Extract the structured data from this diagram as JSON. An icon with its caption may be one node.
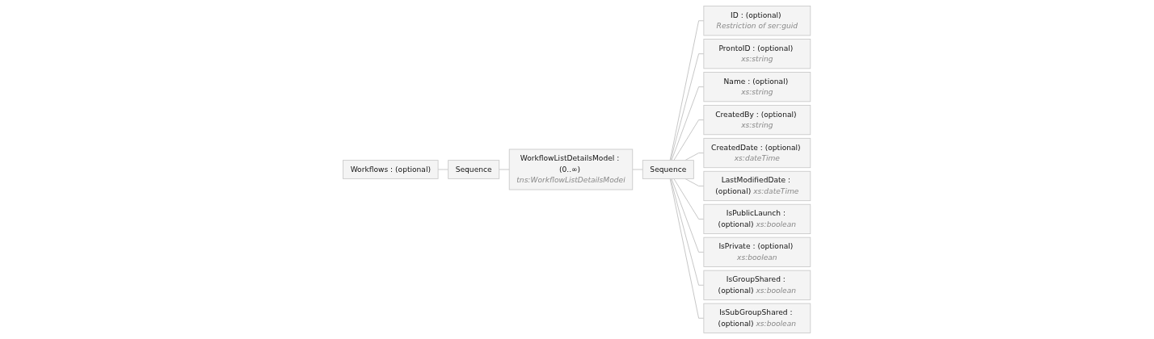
{
  "diagram": {
    "nodes": [
      {
        "text": [
          "Workflows : (optional)"
        ]
      },
      {
        "text": [
          "Sequence"
        ]
      },
      {
        "text": [
          "WorkflowListDetailsModel : (0..∞)",
          "tns:WorkflowListDetailsModel"
        ]
      },
      {
        "text": [
          "Sequence"
        ]
      },
      {
        "text": [
          "ID : (optional)",
          "Restriction of ser:guid"
        ]
      },
      {
        "text": [
          "ProntoID : (optional)",
          "xs:string"
        ]
      },
      {
        "text": [
          "Name : (optional)",
          "xs:string"
        ]
      },
      {
        "text": [
          "CreatedBy : (optional)",
          "xs:string"
        ]
      },
      {
        "text": [
          "CreatedDate : (optional)",
          "xs:dateTime"
        ]
      },
      {
        "text": [
          "LastModifiedDate : (optional)",
          "xs:dateTime"
        ]
      },
      {
        "text": [
          "IsPublicLaunch : (optional)",
          "xs:boolean"
        ]
      },
      {
        "text": [
          "IsPrivate : (optional)",
          "xs:boolean"
        ]
      },
      {
        "text": [
          "IsGroupShared : (optional)",
          "xs:boolean"
        ]
      },
      {
        "text": [
          "IsSubGroupShared : (optional)",
          "xs:boolean"
        ]
      }
    ],
    "edges": [
      {
        "from": 0,
        "to": 1,
        "arrow": "none"
      },
      {
        "from": 1,
        "to": 2,
        "arrow": "none"
      },
      {
        "from": 2,
        "to": 3,
        "arrow": "none"
      },
      {
        "from": 3,
        "to": 4,
        "arrow": "none"
      },
      {
        "from": 3,
        "to": 5,
        "arrow": "none"
      },
      {
        "from": 3,
        "to": 6,
        "arrow": "none"
      },
      {
        "from": 3,
        "to": 7,
        "arrow": "none"
      },
      {
        "from": 3,
        "to": 8,
        "arrow": "none"
      },
      {
        "from": 3,
        "to": 9,
        "arrow": "none"
      },
      {
        "from": 3,
        "to": 10,
        "arrow": "none"
      },
      {
        "from": 3,
        "to": 11,
        "arrow": "none"
      },
      {
        "from": 3,
        "to": 12,
        "arrow": "none"
      },
      {
        "from": 3,
        "to": 13,
        "arrow": "none"
      }
    ]
  }
}
